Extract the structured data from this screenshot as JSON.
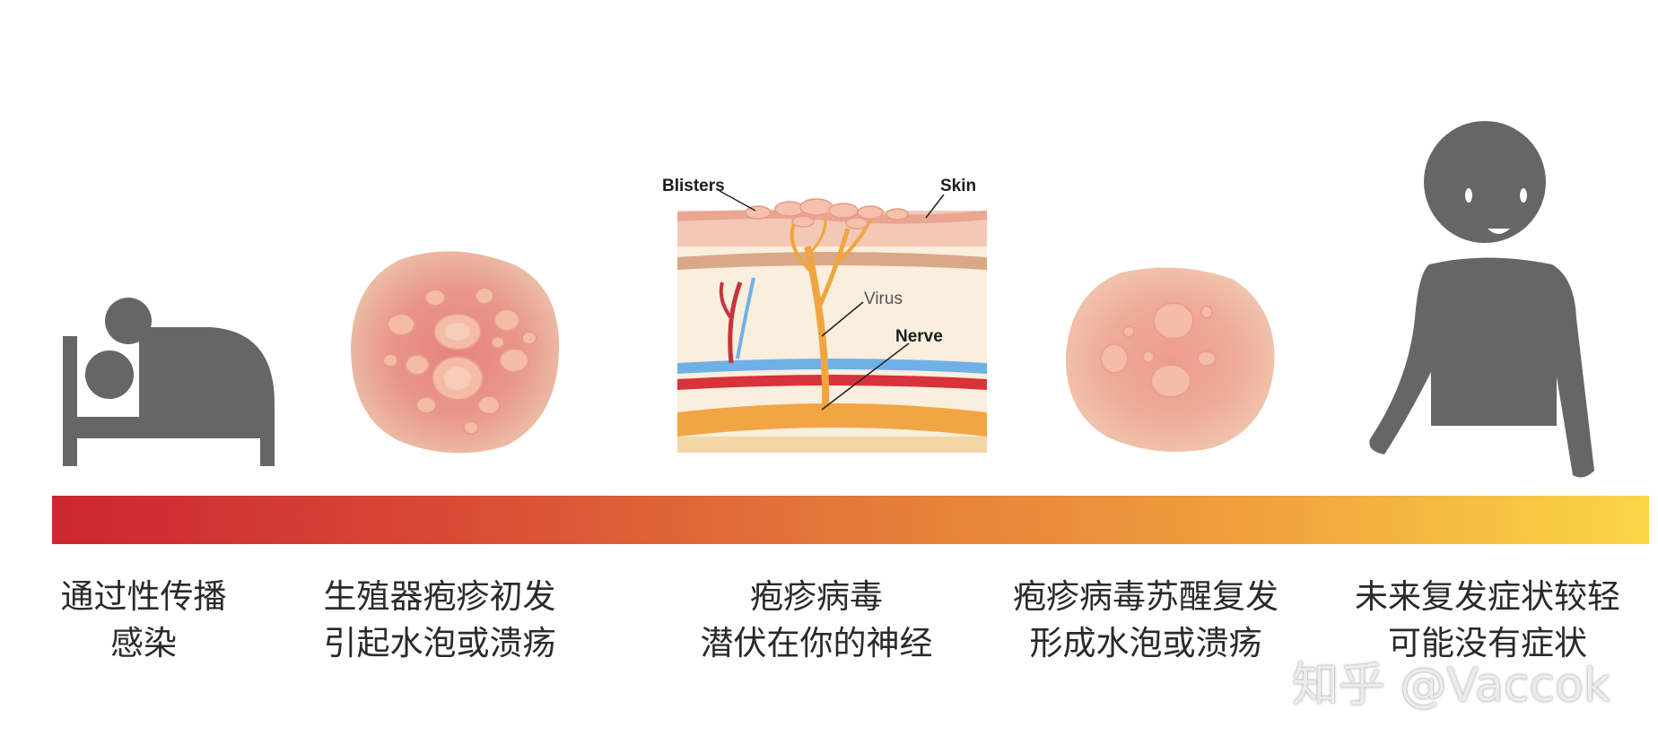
{
  "stages": [
    {
      "icon": "bed-icon",
      "caption_line1": "通过性传播",
      "caption_line2": "感染"
    },
    {
      "icon": "blister-lesion-icon",
      "caption_line1": "生殖器疱疹初发",
      "caption_line2": "引起水泡或溃疡"
    },
    {
      "icon": "skin-cross-section-icon",
      "caption_line1": "疱疹病毒",
      "caption_line2": "潜伏在你的神经",
      "labels": {
        "blisters": "Blisters",
        "skin": "Skin",
        "virus": "Virus",
        "nerve": "Nerve"
      }
    },
    {
      "icon": "healing-lesion-icon",
      "caption_line1": "疱疹病毒苏醒复发",
      "caption_line2": "形成水泡或溃疡"
    },
    {
      "icon": "smiling-person-icon",
      "caption_line1": "未来复发症状较轻",
      "caption_line2": "可能没有症状"
    }
  ],
  "timeline": {
    "color_start": "#cc2533",
    "color_end": "#fbd647"
  },
  "watermark": "知乎 @Vaccok",
  "colors": {
    "icon_gray": "#666666",
    "lesion_skin": "#ecbfa6",
    "lesion_red": "#e58a80",
    "nerve": "#f0a53e"
  }
}
